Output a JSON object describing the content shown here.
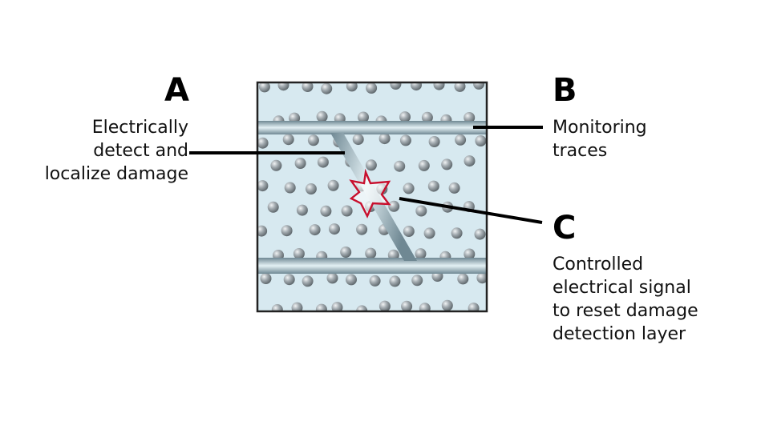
{
  "labels": {
    "a": {
      "letter": "A",
      "lines": [
        "Electrically",
        "detect and",
        "localize damage"
      ]
    },
    "b": {
      "letter": "B",
      "lines": [
        "Monitoring",
        "traces"
      ]
    },
    "c": {
      "letter": "C",
      "lines": [
        "Controlled",
        "electrical signal",
        "to reset damage",
        "detection layer"
      ]
    }
  },
  "colors": {
    "panel_fill": "#d7e9f0",
    "panel_border": "#222222",
    "trace": "#8aa1ab",
    "trace_highlight": "#e6f2f6",
    "particle": "#8f979c",
    "damage_star": "#c8102e",
    "leader_line": "#000000"
  }
}
